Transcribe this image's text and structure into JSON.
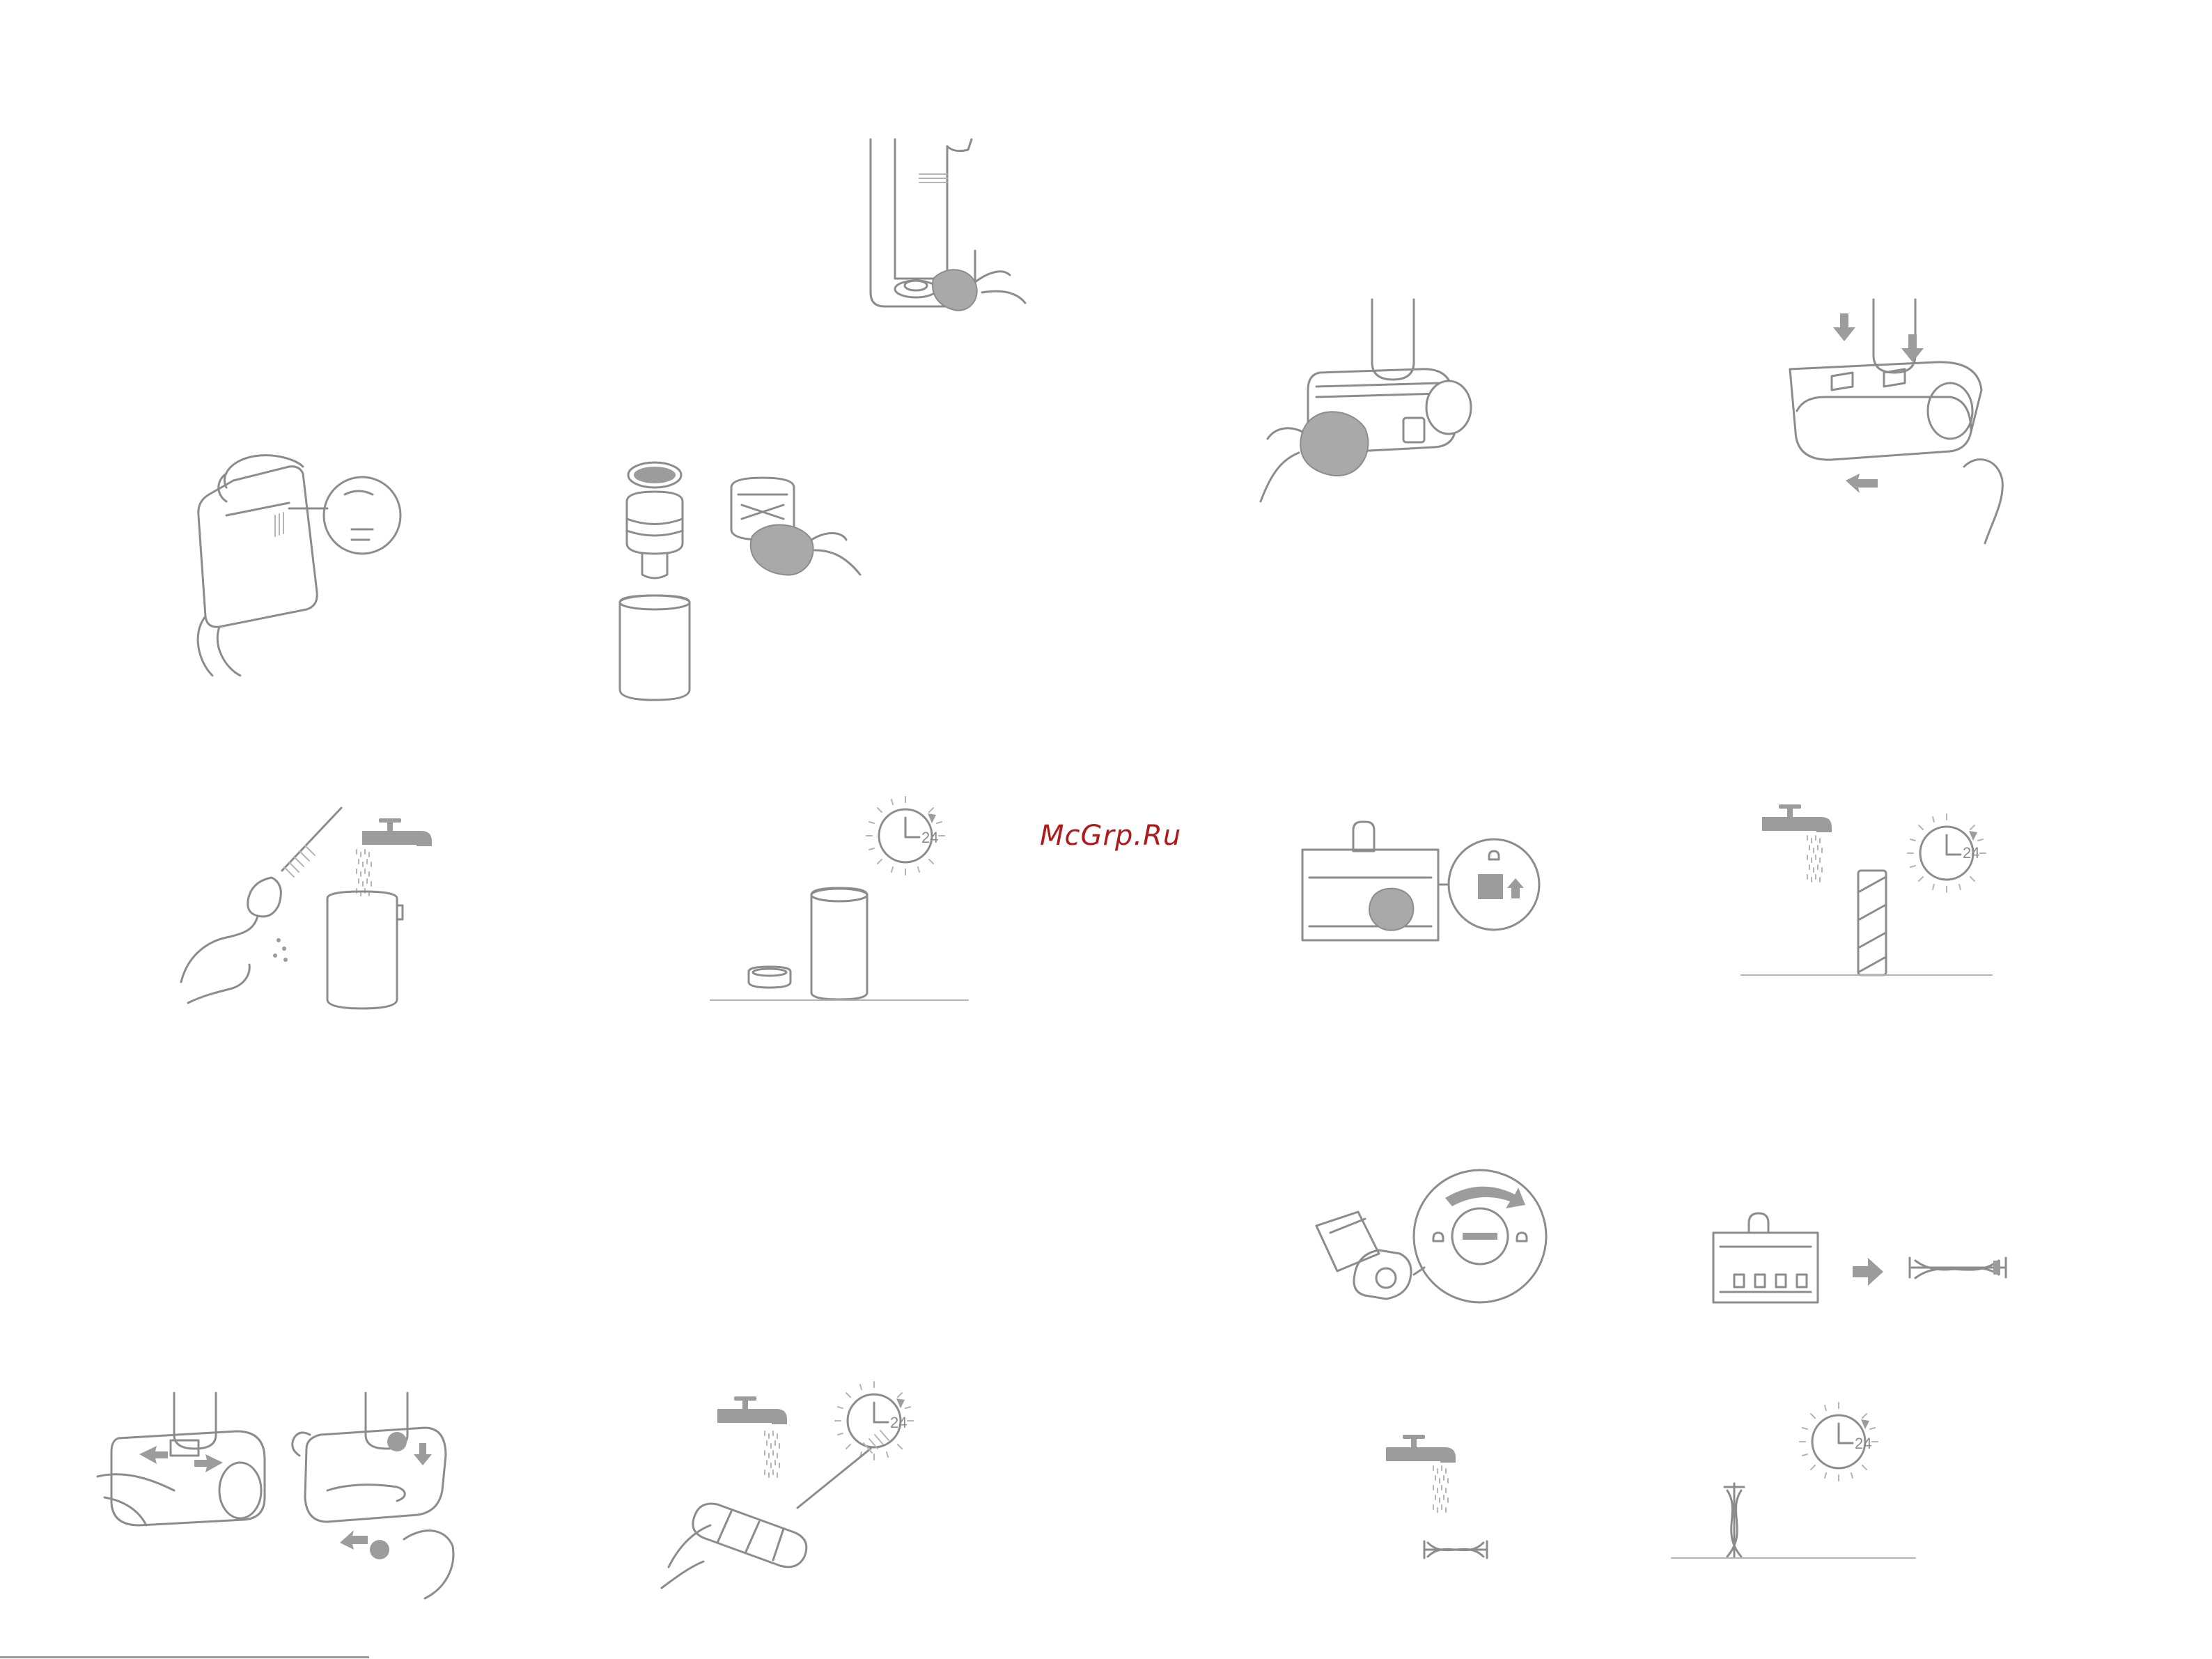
{
  "watermark": {
    "text": "McGrp.Ru",
    "color": "#b01a1a"
  },
  "clock_label": "24",
  "illustrations": [
    "wipe-vacuum-base-illustration",
    "open-dirty-water-tank-illustration",
    "filter-and-tank-disassembly-illustration",
    "wipe-floor-head-illustration",
    "remove-roller-illustration",
    "brush-and-rinse-tank-illustration",
    "air-dry-tank-24h-illustration",
    "wipe-roller-cover-illustration",
    "rinse-and-dry-roller-24h-illustration",
    "remove-side-brush-illustration",
    "remove-side-brush-cover-illustration",
    "remove-roller-from-head-illustration",
    "rinse-and-brush-roller-24h-illustration",
    "rinse-side-brush-illustration",
    "dry-side-brush-24h-illustration"
  ],
  "colors": {
    "line": "#8c8c8c",
    "fill": "#9c9c9c",
    "cloth": "#a9a9a9",
    "background": "#ffffff"
  }
}
